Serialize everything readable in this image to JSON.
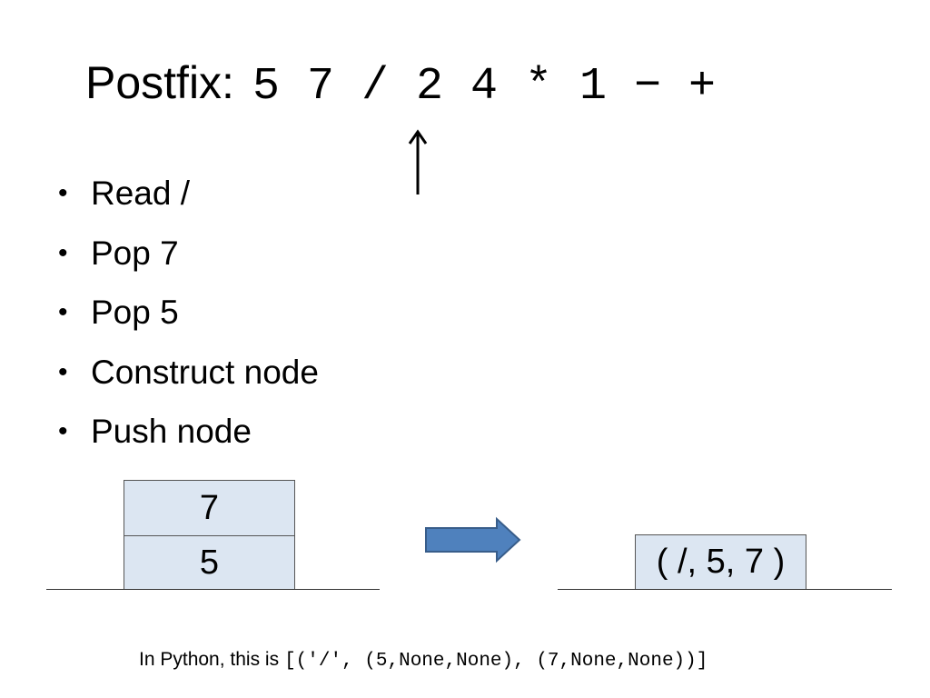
{
  "title": {
    "label": "Postfix:",
    "expression": "5 7 / 2 4 * 1 − +"
  },
  "bullets": [
    "Read /",
    "Pop 7",
    "Pop 5",
    "Construct node",
    "Push node"
  ],
  "stack_before": {
    "top": "7",
    "bottom": "5"
  },
  "stack_after": {
    "top": "( /, 5, 7 )"
  },
  "footer": {
    "text": "In Python, this is",
    "code": "[('/', (5,None,None), (7,None,None))]"
  },
  "colors": {
    "box_fill": "#dce6f2",
    "arrow_fill": "#4f81bd",
    "arrow_stroke": "#385d8a"
  },
  "icons": {
    "pointer": "up-arrow-icon",
    "transition": "right-arrow-icon"
  }
}
